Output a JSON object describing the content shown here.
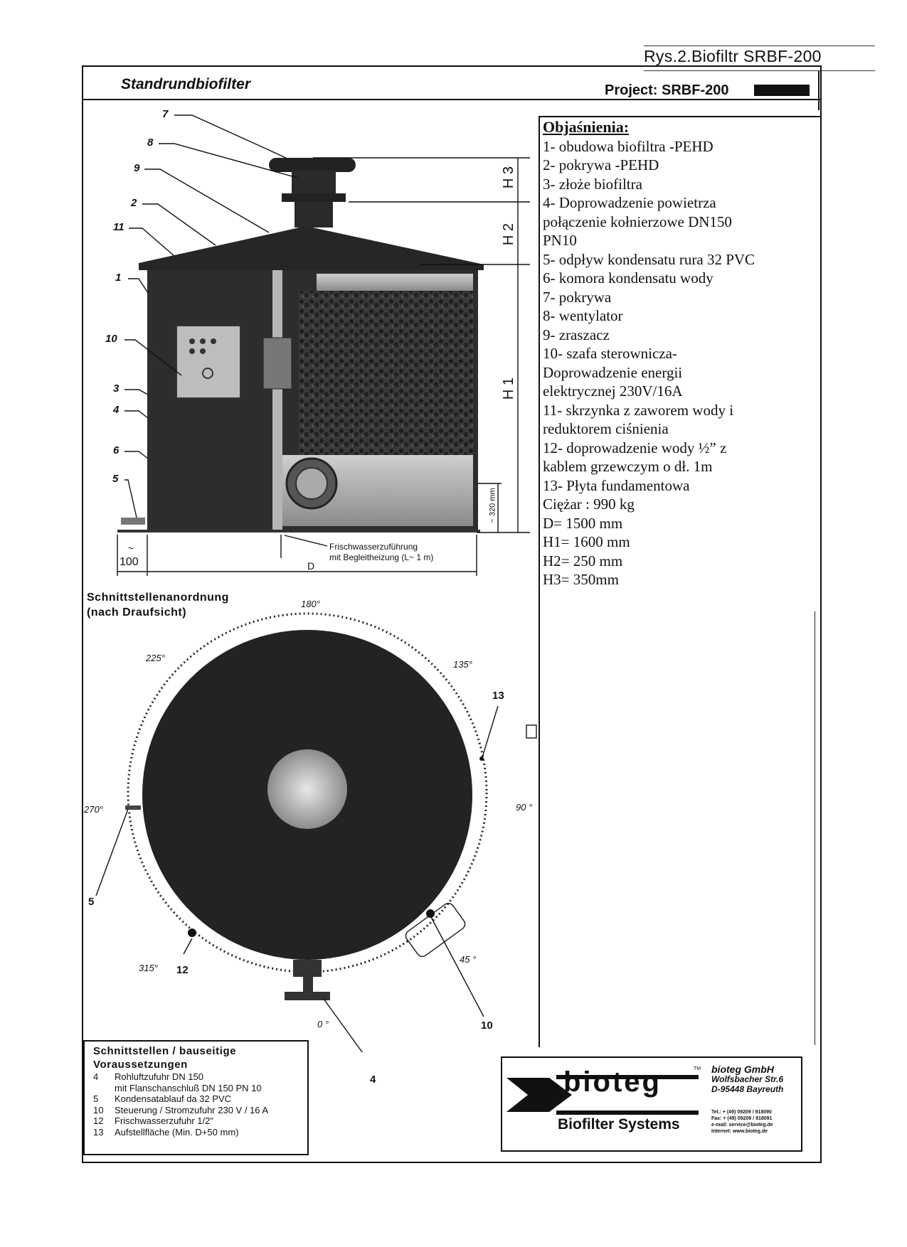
{
  "header": {
    "figure_ref": "Rys.2.Biofiltr SRBF-200",
    "title": "Standrundbiofilter",
    "project": "Project: SRBF-200"
  },
  "legend": {
    "title": "Objaśnienia:",
    "items": [
      "1- obudowa biofiltra -PEHD",
      "2- pokrywa -PEHD",
      "3- złoże biofiltra",
      "4- Doprowadzenie powietrza",
      "połączenie kołnierzowe DN150",
      "PN10",
      "5- odpływ kondensatu rura 32 PVC",
      "6- komora kondensatu wody",
      "7- pokrywa",
      "8- wentylator",
      "9- zraszacz",
      "10- szafa sterownicza-",
      "Doprowadzenie energii",
      "elektrycznej 230V/16A",
      "11- skrzynka z zaworem wody i",
      "reduktorem ciśnienia",
      "12- doprowadzenie wody ½” z",
      "kablem grzewczym o dł. 1m",
      "13- Płyta fundamentowa",
      "Ciężar : 990 kg",
      "D= 1500 mm",
      "H1= 1600 mm",
      "H2= 250 mm",
      "H3= 350mm"
    ]
  },
  "side_view": {
    "callouts": [
      "7",
      "8",
      "9",
      "2",
      "11",
      "1",
      "10",
      "3",
      "4",
      "6",
      "5"
    ],
    "dims": {
      "h3": "H 3",
      "h2": "H 2",
      "h1": "H 1",
      "bottom": "~ 320 mm",
      "left": "100",
      "left_tilde": "~",
      "d": "D"
    },
    "water_note_1": "Frischwasserzuführung",
    "water_note_2": "mit Begleitheizung (L~ 1 m)"
  },
  "top_view": {
    "title_1": "Schnittstellenanordnung",
    "title_2": "(nach Draufsicht)",
    "angles": {
      "a180": "180°",
      "a225": "225°",
      "a135": "135°",
      "a270": "270°",
      "a90": "90 °",
      "a315": "315°",
      "a45": "45 °",
      "a0": "0 °"
    },
    "callouts": {
      "c13": "13",
      "c5": "5",
      "c12": "12",
      "c10": "10",
      "c4": "4"
    }
  },
  "interfaces": {
    "title_1": "Schnittstellen / bauseitige",
    "title_2": "Voraussetzungen",
    "rows": [
      {
        "n": "4",
        "text": "Rohluftzufuhr DN 150"
      },
      {
        "n": "",
        "text": "mit Flanschanschluß DN 150 PN 10"
      },
      {
        "n": "5",
        "text": "Kondensatablauf da 32 PVC"
      },
      {
        "n": "10",
        "text": "Steuerung / Stromzufuhr 230 V / 16 A"
      },
      {
        "n": "12",
        "text": "Frischwasserzufuhr 1/2\""
      },
      {
        "n": "13",
        "text": "Aufstellfläche (Min. D+50 mm)"
      }
    ]
  },
  "company": {
    "logo_text": "bioteg",
    "tm": "TM",
    "subtitle": "Biofilter Systems",
    "name": "bioteg GmbH",
    "street": "Wolfsbacher Str.6",
    "city": "D-95448 Bayreuth",
    "tel": "Tel.: + (49) 09209 / 918090",
    "fax": "Fax: + (49) 09209 / 918091",
    "email": "e-mail: service@bioteg.de",
    "web": "Internet: www.bioteg.de"
  }
}
